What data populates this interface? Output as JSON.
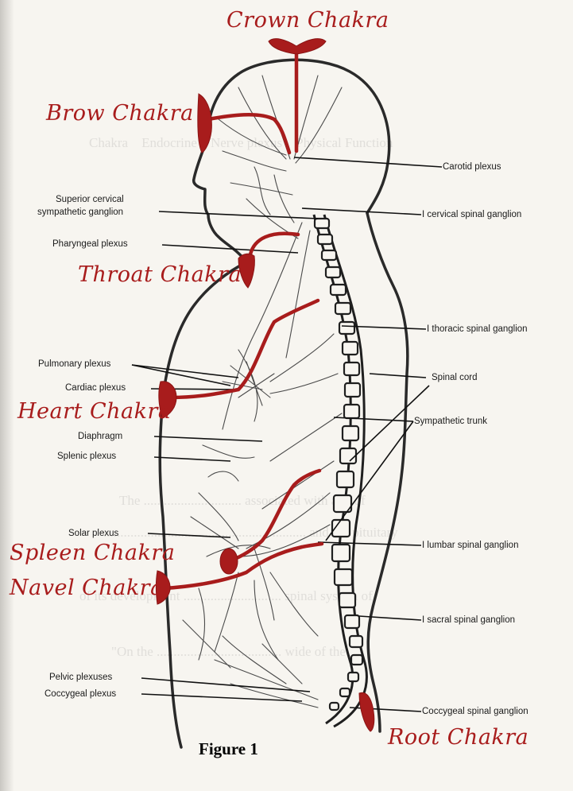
{
  "diagram": {
    "caption": "Figure 1",
    "chakras": {
      "crown": "Crown Chakra",
      "brow": "Brow Chakra",
      "throat": "Throat Chakra",
      "heart": "Heart Chakra",
      "spleen": "Spleen Chakra",
      "navel": "Navel Chakra",
      "root": "Root Chakra"
    },
    "right_labels": {
      "carotid_plexus": "Carotid plexus",
      "cervical_ganglion": "I cervical spinal ganglion",
      "thoracic_ganglion": "I thoracic spinal  ganglion",
      "spinal_cord": "Spinal cord",
      "sympathetic_trunk": "Sympathetic trunk",
      "lumbar_ganglion": "I lumbar spinal ganglion",
      "sacral_ganglion": "I sacral spinal ganglion",
      "coccygeal_ganglion": "Coccygeal spinal ganglion"
    },
    "left_labels": {
      "superior_cervical_1": "Superior cervical",
      "superior_cervical_2": "sympathetic ganglion",
      "pharyngeal_plexus": "Pharyngeal plexus",
      "pulmonary_plexus": "Pulmonary plexus",
      "cardiac_plexus": "Cardiac plexus",
      "diaphragm": "Diaphragm",
      "splenic_plexus": "Splenic plexus",
      "solar_plexus": "Solar plexus",
      "pelvic_plexuses": "Pelvic plexuses",
      "coccygeal_plexus": "Coccygeal plexus"
    },
    "colors": {
      "chakra_red": "#a81c1c",
      "ink": "#1a1a1a",
      "paper": "#f7f5f0"
    }
  }
}
